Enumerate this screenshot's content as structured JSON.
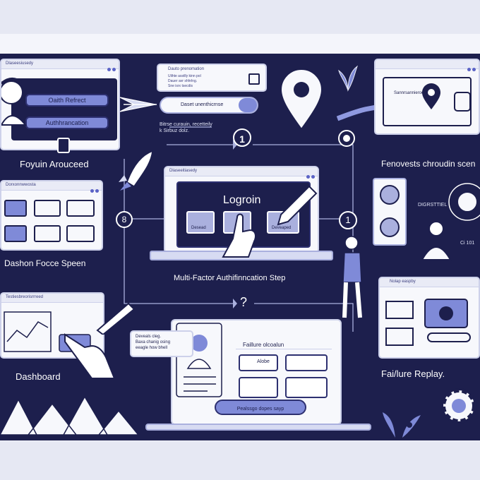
{
  "labels": {
    "forum": "Foyuin Arouceed",
    "dashon": "Dashon Focce Speen",
    "dashboard": "Dashboard",
    "mfa": "Multi-Factor Authifinncation Step",
    "fenovests": "Fenovests chroudin scen",
    "failure_replay": "Fai/lure Replay."
  },
  "oauth_window": {
    "title": "Dlaseesiusedy",
    "btn1": "Oaith Refrect",
    "btn2": "Authhrancation"
  },
  "notif_popup": {
    "title": "Dauto prenomation",
    "lines": [
      "Ulihte asstlly  kinn pol",
      "Dauer avr shhrlng.",
      "Sne isrx tsecdis"
    ],
    "pill": "Daset unenthicrnse",
    "caption": "Bitrse curauin, recetteily\nk Sirbuz dolz."
  },
  "login": {
    "title": "Dlaseeitiasedy",
    "heading": "Logroin",
    "btn_left": "Desead",
    "btn_right": "Deveaped"
  },
  "steps": {
    "s1": "1",
    "s2": "1",
    "s8": "8",
    "q": "?"
  },
  "dash_window": {
    "title": "Dorxonnwwosta"
  },
  "dashboard_window": {
    "title": "Testiesbreorisrrreed"
  },
  "failure": {
    "title": "Faillure olcoalun",
    "tile1": "Alobe",
    "tile2": "",
    "tile3": "",
    "tile4": "",
    "footer": "Pealssgo dopes sayp",
    "popup": "Deveals cleg.\nBaxa chanig osing\neeagle how bhell"
  },
  "replay_window": {
    "title": "Nolap easpby"
  },
  "right_window": {
    "title": "Sannrsannieroe"
  },
  "side_labels": {
    "digital": "DIGRSTTIEL",
    "right_small": "Ci 101"
  },
  "colors": {
    "navy": "#1d1f4d",
    "accent": "#7f8ad8",
    "paper": "#f7f8fc"
  },
  "icons": [
    "location-pin-icon",
    "fingerprint-icon",
    "gear-icon",
    "lock-icon",
    "rocket-icon",
    "pencil-icon",
    "leaf-icon",
    "hand-icon"
  ]
}
